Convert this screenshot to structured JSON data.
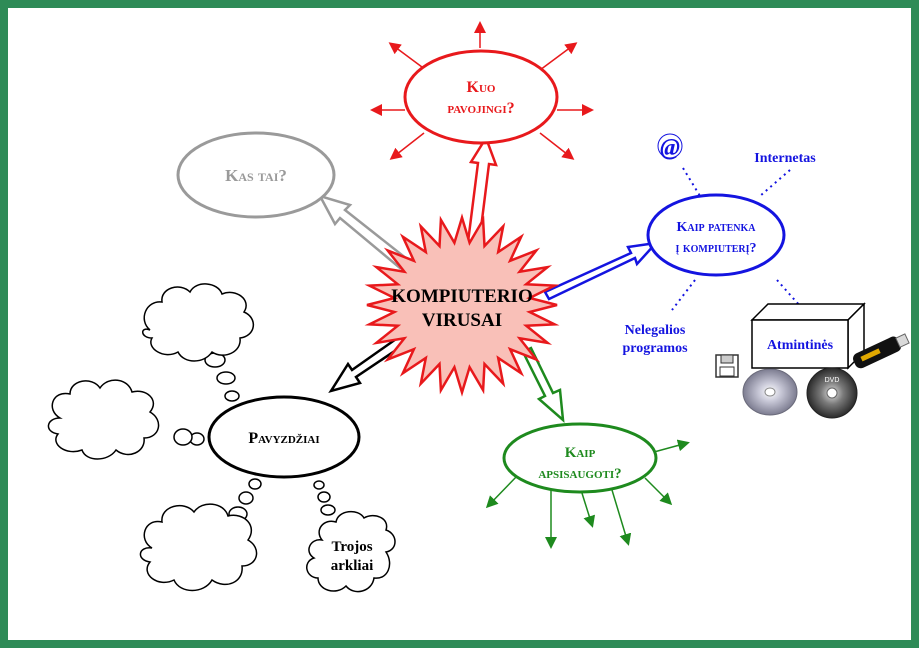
{
  "center": {
    "line1": "KOMPIUTERIO",
    "line2": "VIRUSAI"
  },
  "what": {
    "label": "Kas tai?"
  },
  "danger": {
    "line1": "Kuo",
    "line2": "pavojingi?"
  },
  "entry": {
    "line1": "Kaip patenka",
    "line2": "į kompiuterį?",
    "internet": "Internetas",
    "illegal_line1": "Nelegalios",
    "illegal_line2": "programos",
    "memory": "Atmintinės",
    "email_symbol": "@"
  },
  "protect": {
    "line1": "Kaip",
    "line2": "apsisaugoti?"
  },
  "examples": {
    "label": "Pavyzdžiai",
    "trojan_line1": "Trojos",
    "trojan_line2": "arkliai"
  },
  "colors": {
    "frame": "#2e8b57",
    "red": "#e8191c",
    "grey": "#9a9a9a",
    "blue": "#1414e0",
    "green": "#1e8a1e",
    "black": "#000000",
    "starFill": "#f9c0b8"
  }
}
